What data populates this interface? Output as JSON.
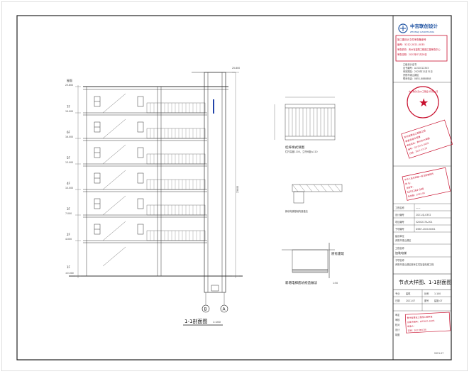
{
  "company": {
    "name": "中吉联创设计",
    "name_sub": "ZHONGJI LIANCHUANG"
  },
  "approval_stamp": {
    "lines": [
      "施工图设计文件审查备案号",
      "编号：5212-2021-0035",
      "审查机构：贵州省建筑工程施工图审查中心",
      "审查日期：2021年07月28日"
    ],
    "color": "#c8102e"
  },
  "cert_block": {
    "lines": [
      "乙级设计证书",
      "证书编号：A152012345",
      "有效期至：2025年12月31日",
      "贵阳市观山湖区",
      "联系电话：0851-8888888"
    ]
  },
  "round_seal": {
    "text": "中吉联创(贵州)工程设计有限公司",
    "center": "★"
  },
  "stamp2": {
    "lines": [
      "贵州省建设工程施工图",
      "审查合格专用章",
      "审查机构：贵州省XX审图",
      "编号：GZ-2021-0035",
      "日期：2021.07.28"
    ]
  },
  "stamp3": {
    "lines": [
      "中华人民共和国一级注册建筑师",
      "姓 名：",
      "注册号：",
      "5201264-008",
      "有效期：2022.06"
    ]
  },
  "title_block": {
    "rows": [
      {
        "k": "工程名称",
        "v": "——"
      },
      {
        "k": "设计编号",
        "v": "2021-SJ-0352"
      },
      {
        "k": "项目编号",
        "v": "5200217A-001"
      },
      {
        "k": "子项编号",
        "v": "DSB7-2020-KN01"
      }
    ],
    "client_label": "建设单位",
    "client_value": "贵阳市观山湖区",
    "project_label": "工程名称",
    "project_value": "加装电梯",
    "subproject_label": "子项名称",
    "subproject_value": "贵阳市观山湖区既有住宅加装电梯工程",
    "drawing_title": "节点大样图、1-1剖面图",
    "meta": [
      {
        "k": "专业",
        "v": "建筑"
      },
      {
        "k": "比例",
        "v": "1:100"
      },
      {
        "k": "日期",
        "v": "2021.07"
      },
      {
        "k": "图号",
        "v": "建施-07"
      }
    ],
    "signatures": [
      "审定",
      "审核",
      "校对",
      "设计",
      "制图"
    ],
    "sign_date": "2021.07"
  },
  "section": {
    "title": "1-1剖面图",
    "scale": "1:100",
    "axis_left": "B",
    "axis_right": "A",
    "floors": [
      {
        "name": "屋面",
        "elev": "23.800"
      },
      {
        "name": "7F",
        "elev": "19.000"
      },
      {
        "name": "6F",
        "elev": "16.000"
      },
      {
        "name": "5F",
        "elev": "13.000"
      },
      {
        "name": "4F",
        "elev": "10.000"
      },
      {
        "name": "3F",
        "elev": "7.000"
      },
      {
        "name": "2F",
        "elev": "4.000"
      },
      {
        "name": "1F",
        "elev": "±0.000"
      }
    ],
    "top_elev": "25.800",
    "total_height": "23800"
  },
  "details": {
    "railing_title": "栏杆样式详图",
    "railing_note": "栏杆高度1100，立杆间距≤110",
    "beam_title": "新增电梯基础构造做法",
    "pit_title": "新增电梯底坑构造做法",
    "pit_scale": "1:50",
    "existing_label": "原有建筑"
  },
  "footer_stamp": {
    "lines": [
      "贵州省建设工程施工图审查",
      "合格书编号：GZ2021-0035",
      "审查人：",
      "日期：2021年07月"
    ]
  }
}
